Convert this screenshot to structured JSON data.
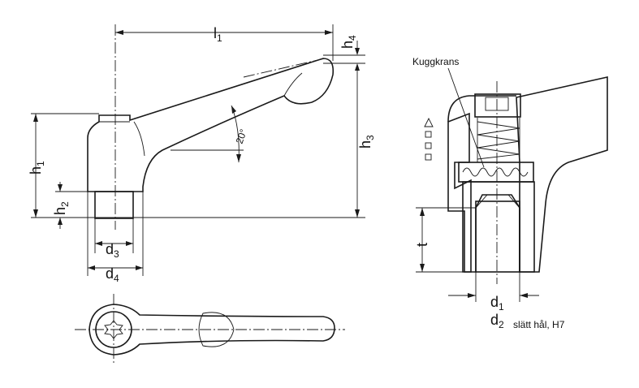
{
  "labels": {
    "l1": "l",
    "l1_sub": "1",
    "h4": "h",
    "h4_sub": "4",
    "h3": "h",
    "h3_sub": "3",
    "h1": "h",
    "h1_sub": "1",
    "h2": "h",
    "h2_sub": "2",
    "d3": "d",
    "d3_sub": "3",
    "d4": "d",
    "d4_sub": "4",
    "angle": "20°",
    "kuggkrans": "Kuggkrans",
    "t": "t",
    "d1": "d",
    "d1_sub": "1",
    "d2": "d",
    "d2_sub": "2",
    "d2_note": "slätt hål, H7"
  },
  "icons": [
    "triangle-up-icon",
    "square-icon"
  ],
  "colors": {
    "line": "#1a1a1a",
    "background": "#ffffff"
  }
}
